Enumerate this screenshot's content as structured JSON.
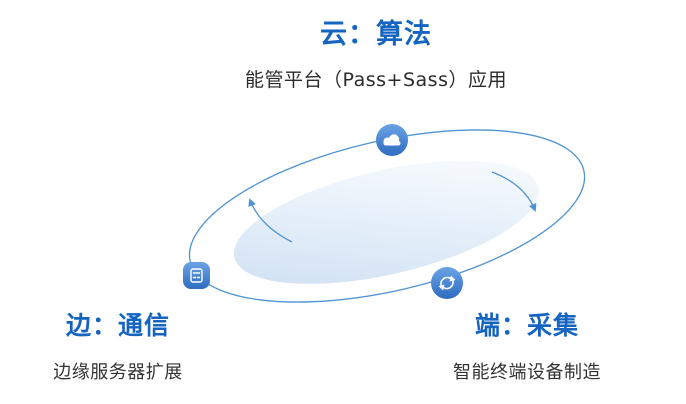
{
  "diagram": {
    "top": {
      "title": "云：算法",
      "subtitle": "能管平台（Pass+Sass）应用"
    },
    "bottom_left": {
      "title": "边：通信",
      "subtitle": "边缘服务器扩展"
    },
    "bottom_right": {
      "title": "端：采集",
      "subtitle": "智能终端设备制造"
    }
  },
  "icons": {
    "top_badge": "cloud-icon",
    "left_badge": "edge-server-icon",
    "right_badge": "sync-icon",
    "flow": "curved-arrow-icons"
  },
  "colors": {
    "accent_blue": "#1565c0",
    "text_dark": "#333333",
    "ellipse_stroke": "#4f93d6",
    "badge_blue_top": "#6ba3e4",
    "badge_blue_bottom": "#2f6cc1",
    "disk_edge": "#ccdef3",
    "disk_center": "#fdfeff"
  }
}
